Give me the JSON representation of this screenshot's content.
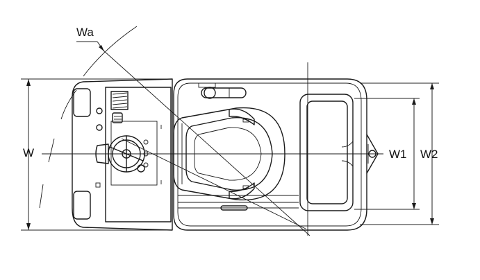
{
  "labels": {
    "wa": "Wa",
    "w": "W",
    "w1": "W1",
    "w2": "W2"
  },
  "colors": {
    "line": "#1a1a1a",
    "background": "#ffffff"
  }
}
